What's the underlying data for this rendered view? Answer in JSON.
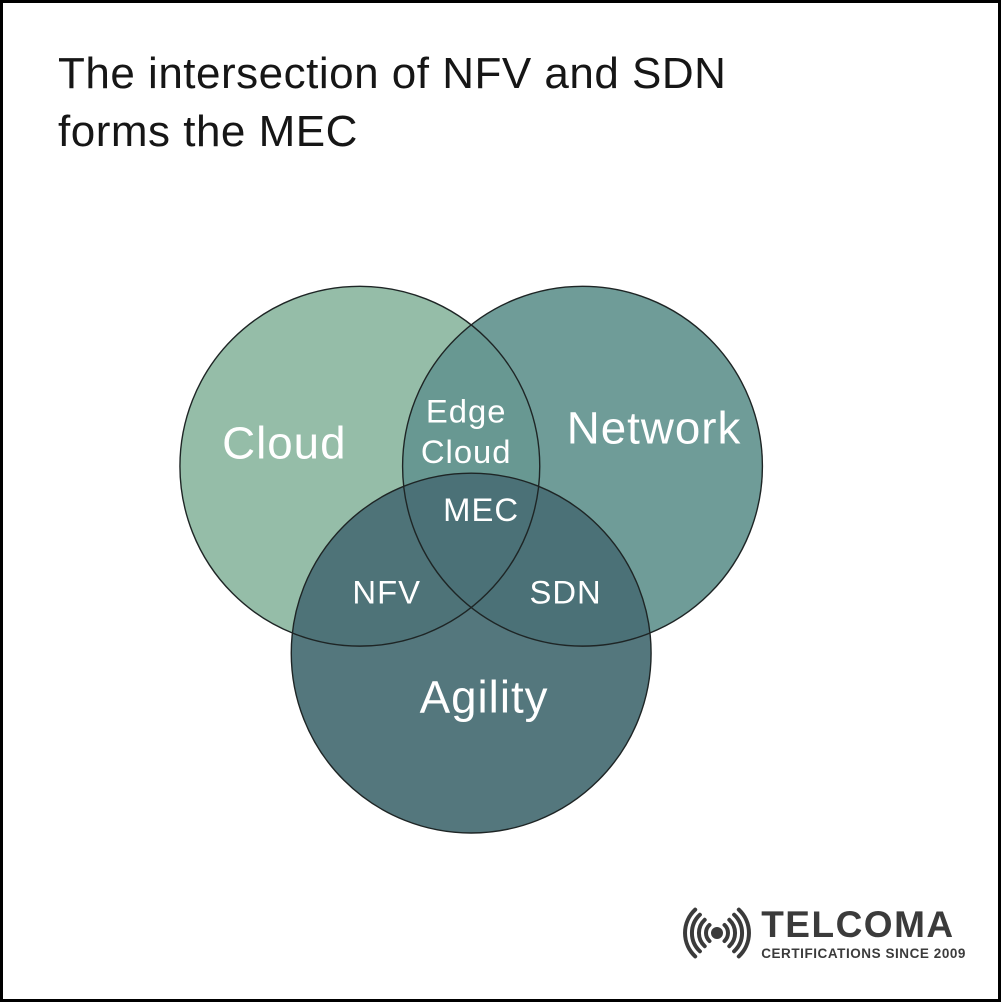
{
  "page": {
    "background_color": "#ffffff",
    "border_color": "#000000"
  },
  "title": {
    "line1": "The intersection of NFV and SDN",
    "line2": "forms the MEC",
    "color": "#161616"
  },
  "venn": {
    "type": "venn-diagram",
    "stroke_color": "#1e2525",
    "label_color": "#ffffff",
    "circles": [
      {
        "id": "cloud",
        "label": "Cloud",
        "fill": "#95bda8",
        "fill_opacity": "1"
      },
      {
        "id": "network",
        "label": "Network",
        "fill": "#649490",
        "fill_opacity": "0.93"
      },
      {
        "id": "agility",
        "label": "Agility",
        "fill": "#496e75",
        "fill_opacity": "0.94"
      }
    ],
    "intersections": {
      "cloud_network": {
        "line1": "Edge",
        "line2": "Cloud"
      },
      "cloud_agility": "NFV",
      "network_agility": "SDN",
      "center": "MEC"
    }
  },
  "logo": {
    "icon": "radio-signal-icon",
    "brand": "TELCOMA",
    "tagline": "CERTIFICATIONS SINCE 2009",
    "color": "#3b3b3b"
  }
}
